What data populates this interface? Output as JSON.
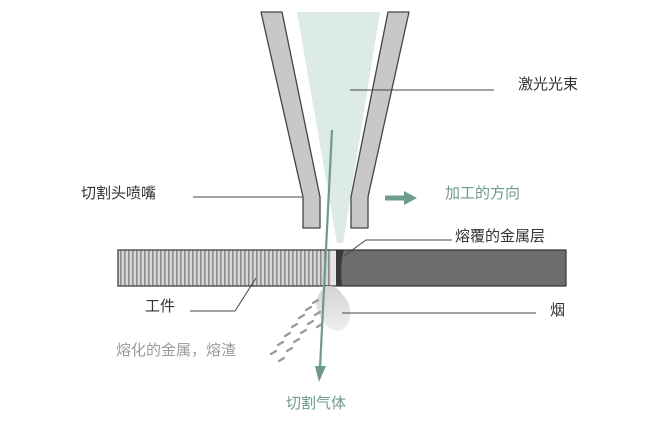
{
  "labels": {
    "laser_beam": "激光光束",
    "nozzle": "切割头喷嘴",
    "direction": "加工的方向",
    "molten_layer": "熔覆的金属层",
    "workpiece": "工件",
    "smoke": "烟",
    "molten_slag": "熔化的金属，熔渣",
    "cutting_gas": "切割气体"
  },
  "colors": {
    "text_dark": "#333333",
    "text_accent": "#6e9a8e",
    "beam_fill": "#dcebe3",
    "gas_arrow": "#6e9a8e",
    "direction_arrow": "#6f9c8c",
    "nozzle_fill": "#c8c8c8",
    "workpiece_cut": "#6d6d6d",
    "workpiece_uncut": "#bdbdbd",
    "slag": "#999999",
    "smoke": "#d8d8d8"
  }
}
